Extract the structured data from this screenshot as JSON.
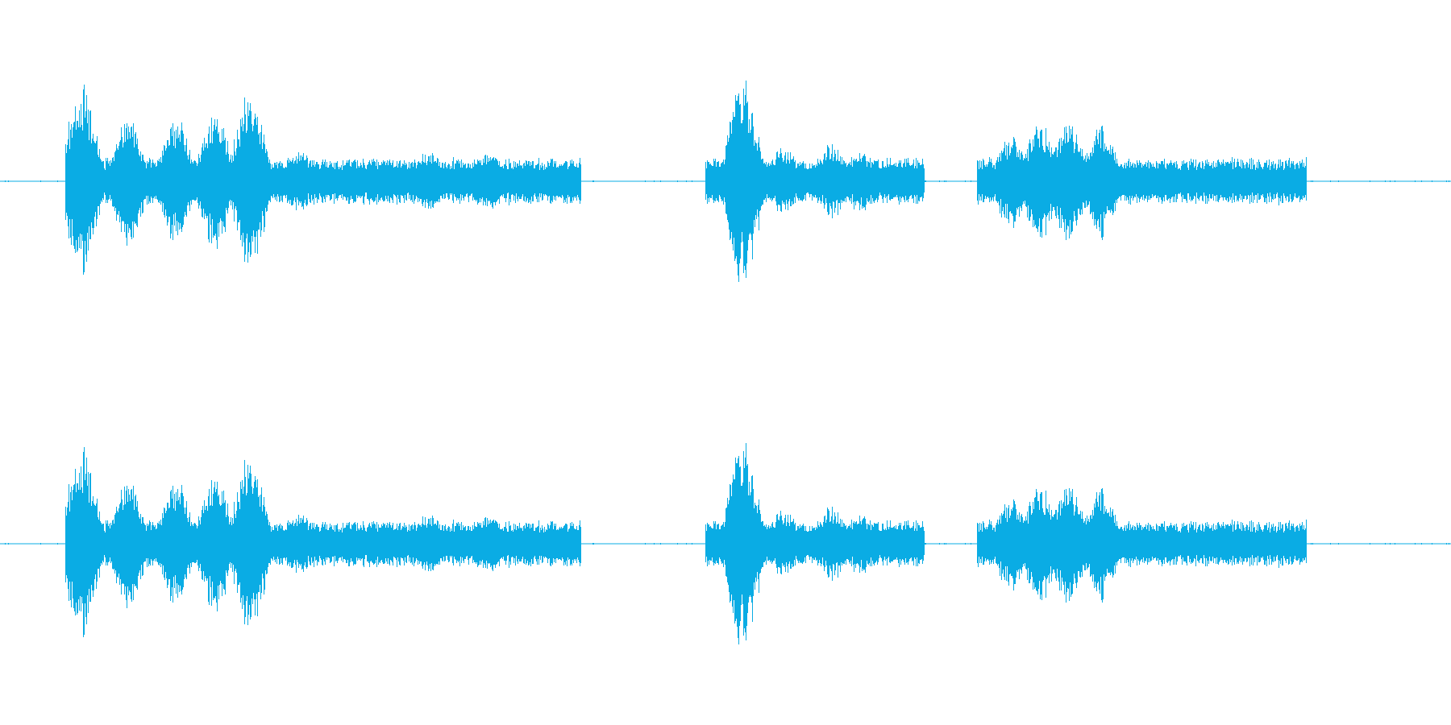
{
  "waveform": {
    "color": "#0aace4",
    "background": "#ffffff",
    "channels": [
      {
        "name": "",
        "segments": [
          {
            "start": 0.045,
            "end": 0.4
          },
          {
            "start": 0.486,
            "end": 0.637
          },
          {
            "start": 0.673,
            "end": 0.9
          }
        ],
        "envelope_peaks": [
          {
            "pos": 0.056,
            "amp": 0.95
          },
          {
            "pos": 0.088,
            "amp": 0.62
          },
          {
            "pos": 0.121,
            "amp": 0.62
          },
          {
            "pos": 0.148,
            "amp": 0.68
          },
          {
            "pos": 0.172,
            "amp": 0.9
          },
          {
            "pos": 0.207,
            "amp": 0.3
          },
          {
            "pos": 0.24,
            "amp": 0.2
          },
          {
            "pos": 0.271,
            "amp": 0.18
          },
          {
            "pos": 0.296,
            "amp": 0.3
          },
          {
            "pos": 0.336,
            "amp": 0.28
          },
          {
            "pos": 0.37,
            "amp": 0.14
          },
          {
            "pos": 0.512,
            "amp": 1.0
          },
          {
            "pos": 0.54,
            "amp": 0.33
          },
          {
            "pos": 0.573,
            "amp": 0.36
          },
          {
            "pos": 0.593,
            "amp": 0.3
          },
          {
            "pos": 0.628,
            "amp": 0.16
          },
          {
            "pos": 0.696,
            "amp": 0.45
          },
          {
            "pos": 0.716,
            "amp": 0.6
          },
          {
            "pos": 0.736,
            "amp": 0.6
          },
          {
            "pos": 0.758,
            "amp": 0.58
          },
          {
            "pos": 0.785,
            "amp": 0.2
          },
          {
            "pos": 0.82,
            "amp": 0.12
          },
          {
            "pos": 0.866,
            "amp": 0.15
          },
          {
            "pos": 0.895,
            "amp": 0.08
          }
        ]
      },
      {
        "name": "",
        "segments": [
          {
            "start": 0.045,
            "end": 0.4
          },
          {
            "start": 0.486,
            "end": 0.637
          },
          {
            "start": 0.673,
            "end": 0.9
          }
        ],
        "envelope_peaks": [
          {
            "pos": 0.056,
            "amp": 0.95
          },
          {
            "pos": 0.088,
            "amp": 0.62
          },
          {
            "pos": 0.121,
            "amp": 0.62
          },
          {
            "pos": 0.148,
            "amp": 0.68
          },
          {
            "pos": 0.172,
            "amp": 0.9
          },
          {
            "pos": 0.207,
            "amp": 0.3
          },
          {
            "pos": 0.24,
            "amp": 0.2
          },
          {
            "pos": 0.271,
            "amp": 0.18
          },
          {
            "pos": 0.296,
            "amp": 0.3
          },
          {
            "pos": 0.336,
            "amp": 0.28
          },
          {
            "pos": 0.37,
            "amp": 0.14
          },
          {
            "pos": 0.512,
            "amp": 1.0
          },
          {
            "pos": 0.54,
            "amp": 0.33
          },
          {
            "pos": 0.573,
            "amp": 0.36
          },
          {
            "pos": 0.593,
            "amp": 0.3
          },
          {
            "pos": 0.628,
            "amp": 0.16
          },
          {
            "pos": 0.696,
            "amp": 0.45
          },
          {
            "pos": 0.716,
            "amp": 0.6
          },
          {
            "pos": 0.736,
            "amp": 0.6
          },
          {
            "pos": 0.758,
            "amp": 0.58
          },
          {
            "pos": 0.785,
            "amp": 0.2
          },
          {
            "pos": 0.82,
            "amp": 0.12
          },
          {
            "pos": 0.866,
            "amp": 0.15
          },
          {
            "pos": 0.895,
            "amp": 0.08
          }
        ]
      }
    ]
  }
}
